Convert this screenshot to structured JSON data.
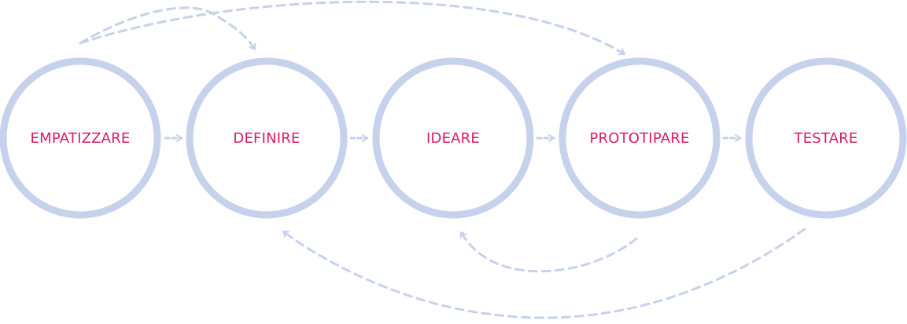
{
  "colors": {
    "circle_stroke": "#c6d1eb",
    "arrow_stroke": "#c6d1eb",
    "label_text": "#d81b60",
    "background": "#ffffff"
  },
  "stages": [
    {
      "label": "EMPATIZZARE"
    },
    {
      "label": "DEFINIRE"
    },
    {
      "label": "IDEARE"
    },
    {
      "label": "PROTOTIPARE"
    },
    {
      "label": "TESTARE"
    }
  ],
  "connections": [
    {
      "from": "EMPATIZZARE",
      "to": "DEFINIRE",
      "kind": "sequence"
    },
    {
      "from": "DEFINIRE",
      "to": "IDEARE",
      "kind": "sequence"
    },
    {
      "from": "IDEARE",
      "to": "PROTOTIPARE",
      "kind": "sequence"
    },
    {
      "from": "PROTOTIPARE",
      "to": "TESTARE",
      "kind": "sequence"
    },
    {
      "from": "EMPATIZZARE",
      "to": "DEFINIRE",
      "kind": "loop-above"
    },
    {
      "from": "EMPATIZZARE",
      "to": "PROTOTIPARE",
      "kind": "loop-above"
    },
    {
      "from": "PROTOTIPARE",
      "to": "IDEARE",
      "kind": "loop-below"
    },
    {
      "from": "TESTARE",
      "to": "DEFINIRE",
      "kind": "loop-below"
    }
  ]
}
